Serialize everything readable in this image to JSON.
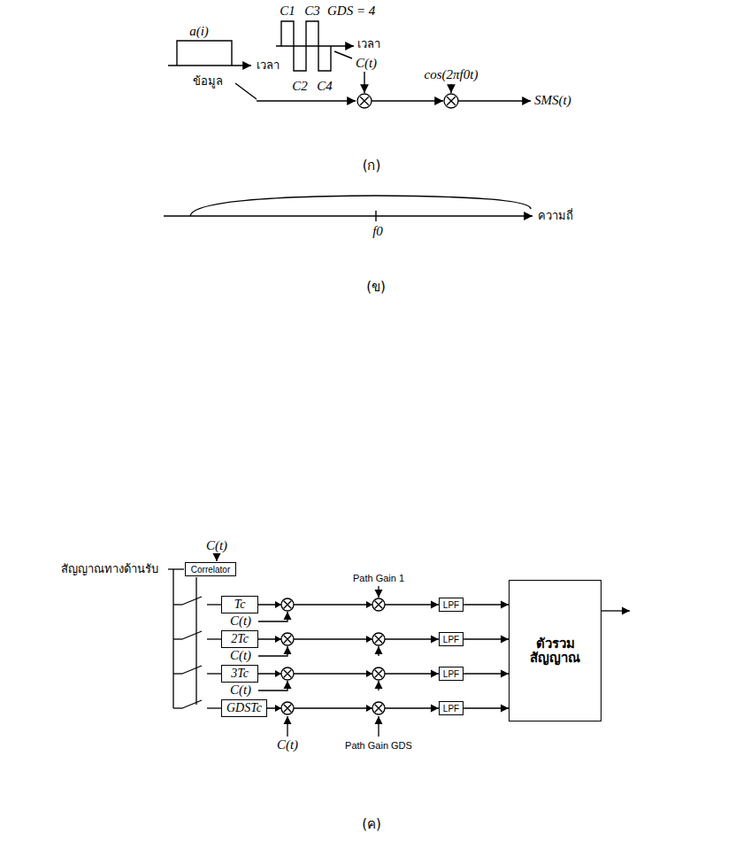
{
  "diagram": {
    "nodes": [
      {
        "text": [
          "Correlator"
        ]
      },
      {
        "text": [
          "Tc"
        ]
      },
      {
        "text": [
          "2Tc"
        ]
      },
      {
        "text": [
          "3Tc"
        ]
      },
      {
        "text": [
          "GDSTc"
        ]
      },
      {
        "text": [
          "LPF"
        ]
      },
      {
        "text": [
          "LPF"
        ]
      },
      {
        "text": [
          "LPF"
        ]
      },
      {
        "text": [
          "LPF"
        ]
      },
      {
        "text": [
          "ตัวรวม สัญญาณ"
        ]
      }
    ],
    "edges": [
      {
        "from": 1,
        "to": 5,
        "arrow": "to"
      },
      {
        "from": 2,
        "to": 6,
        "arrow": "to"
      },
      {
        "from": 3,
        "to": 7,
        "arrow": "to"
      },
      {
        "from": 4,
        "to": 8,
        "arrow": "to"
      },
      {
        "from": 5,
        "to": 9,
        "arrow": "to"
      },
      {
        "from": 6,
        "to": 9,
        "arrow": "to"
      },
      {
        "from": 7,
        "to": 9,
        "arrow": "to"
      },
      {
        "from": 8,
        "to": 9,
        "arrow": "to"
      }
    ],
    "labels": [
      "a(i)",
      "เวลา",
      "ข้อมูล",
      "C1",
      "C3",
      "GDS = 4",
      "C2",
      "C4",
      "เวลา",
      "C(t)",
      "cos(2πf0t)",
      "SMS(t)",
      "(ก)",
      "f0",
      "ความถี่",
      "(ข)",
      "C(t)",
      "สัญญาณทางด้านรับ",
      "C(t)",
      "C(t)",
      "C(t)",
      "C(t)",
      "Path Gain 1",
      "Path Gain GDS",
      "(ค)"
    ]
  }
}
